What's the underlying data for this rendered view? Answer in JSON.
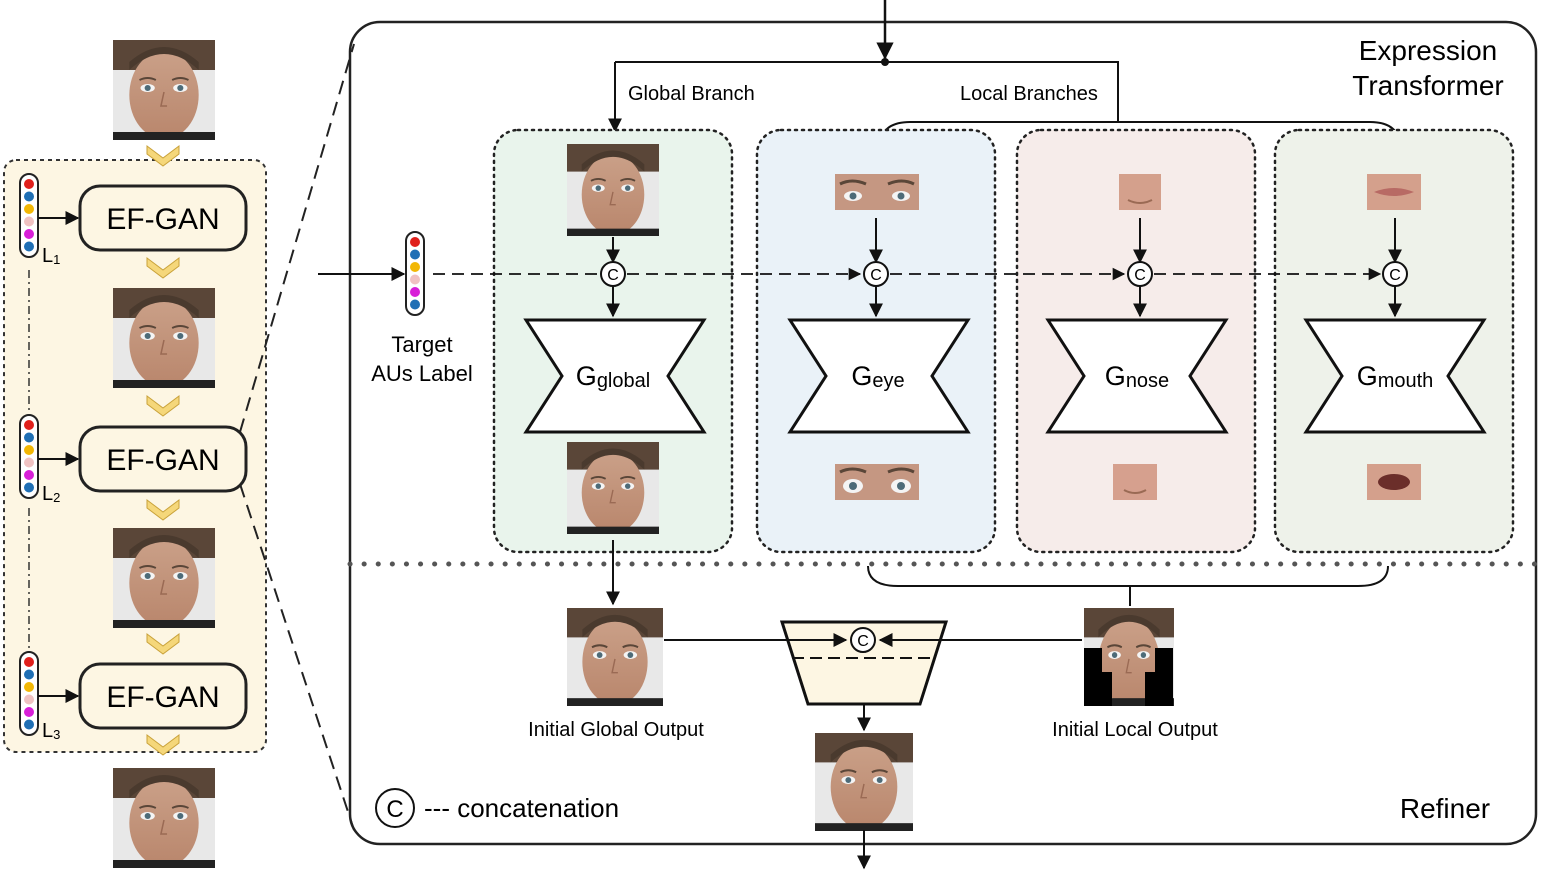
{
  "pipeline": {
    "block_label": "EF-GAN",
    "label_names": [
      "L",
      "L",
      "L"
    ],
    "label_subs": [
      "1",
      "2",
      "3"
    ],
    "au_dot_colors": [
      "#e0201c",
      "#1f6fb5",
      "#f2b705",
      "#f0c2c2",
      "#d81fd8",
      "#1f6fb5"
    ]
  },
  "transformer": {
    "title_line1": "Expression",
    "title_line2": "Transformer",
    "global_branch": "Global Branch",
    "local_branches": "Local Branches",
    "target_line1": "Target",
    "target_line2": "AUs Label",
    "generators": [
      {
        "main": "G",
        "sub": "global"
      },
      {
        "main": "G",
        "sub": "eye"
      },
      {
        "main": "G",
        "sub": "nose"
      },
      {
        "main": "G",
        "sub": "mouth"
      }
    ],
    "branch_colors": [
      "#e9f4ec",
      "#eaf2f8",
      "#f6ecea",
      "#eef2ea"
    ]
  },
  "refiner": {
    "title": "Refiner",
    "initial_global": "Initial Global Output",
    "initial_local": "Initial Local Output",
    "legend_symbol": "C",
    "legend_text": "--- concatenation"
  },
  "concat_symbol": "C"
}
